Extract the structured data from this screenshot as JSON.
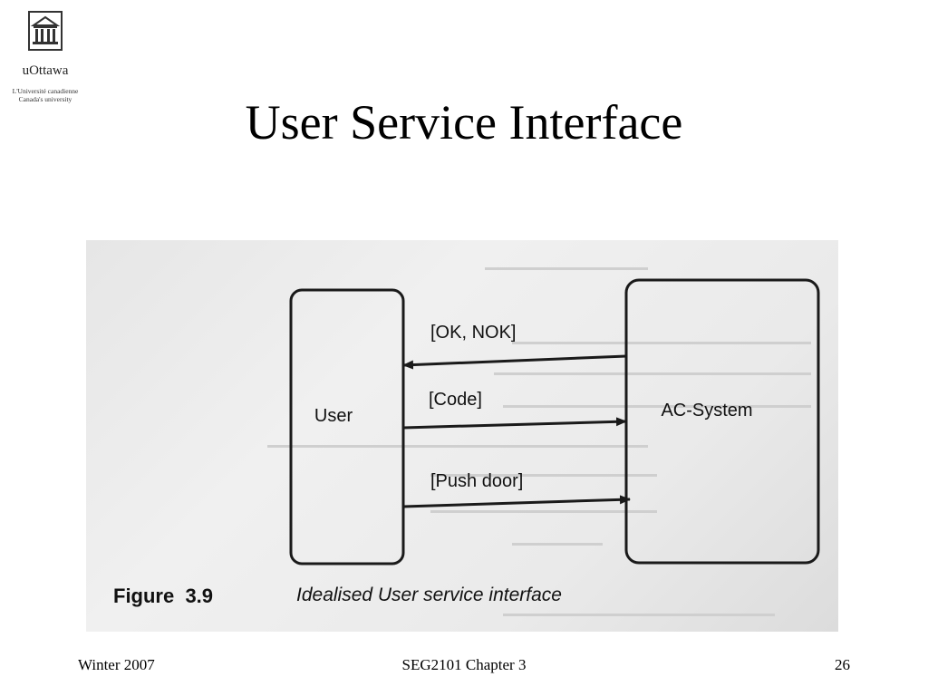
{
  "logo": {
    "name": "uOttawa",
    "tagline_1": "L'Université canadienne",
    "tagline_2": "Canada's university"
  },
  "slide": {
    "title": "User Service Interface"
  },
  "figure": {
    "nodes": {
      "user": "User",
      "system": "AC-System"
    },
    "messages": {
      "ok_nok": "[OK, NOK]",
      "code": "[Code]",
      "push_door": "[Push door]"
    },
    "caption_label": "Figure  3.9",
    "caption_text": "Idealised User service interface"
  },
  "footer": {
    "left": "Winter 2007",
    "center": "SEG2101 Chapter 3",
    "right": "26"
  }
}
